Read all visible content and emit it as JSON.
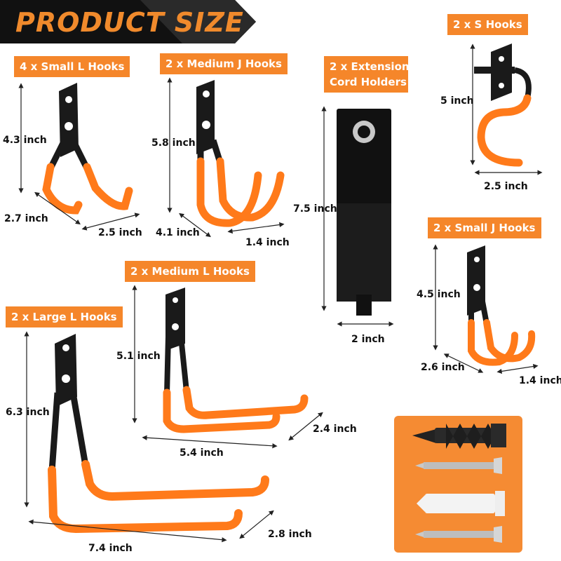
{
  "banner": {
    "title": "PRODUCT SIZE"
  },
  "colors": {
    "accent": "#f5862a",
    "hook_black": "#1a1a1a",
    "hook_orange": "#ff7a1a"
  },
  "products": [
    {
      "label": "4 x Small L Hooks",
      "dims": [
        "4.3 inch",
        "2.7 inch",
        "2.5 inch"
      ]
    },
    {
      "label": "2 x Medium J Hooks",
      "dims": [
        "5.8 inch",
        "4.1 inch",
        "1.4 inch"
      ]
    },
    {
      "label": "2 x Extension Cord Holders",
      "label_lines": [
        "2 x Extension",
        "Cord Holders"
      ],
      "dims": [
        "7.5 inch",
        "2 inch"
      ]
    },
    {
      "label": "2 x S Hooks",
      "dims": [
        "5 inch",
        "2.5 inch"
      ]
    },
    {
      "label": "2 x Small J Hooks",
      "dims": [
        "4.5 inch",
        "2.6 inch",
        "1.4 inch"
      ]
    },
    {
      "label": "2 x Medium L Hooks",
      "dims": [
        "5.1 inch",
        "5.4 inch",
        "2.4 inch"
      ]
    },
    {
      "label": "2 x Large L Hooks",
      "dims": [
        "6.3 inch",
        "7.4 inch",
        "2.8 inch"
      ]
    }
  ]
}
